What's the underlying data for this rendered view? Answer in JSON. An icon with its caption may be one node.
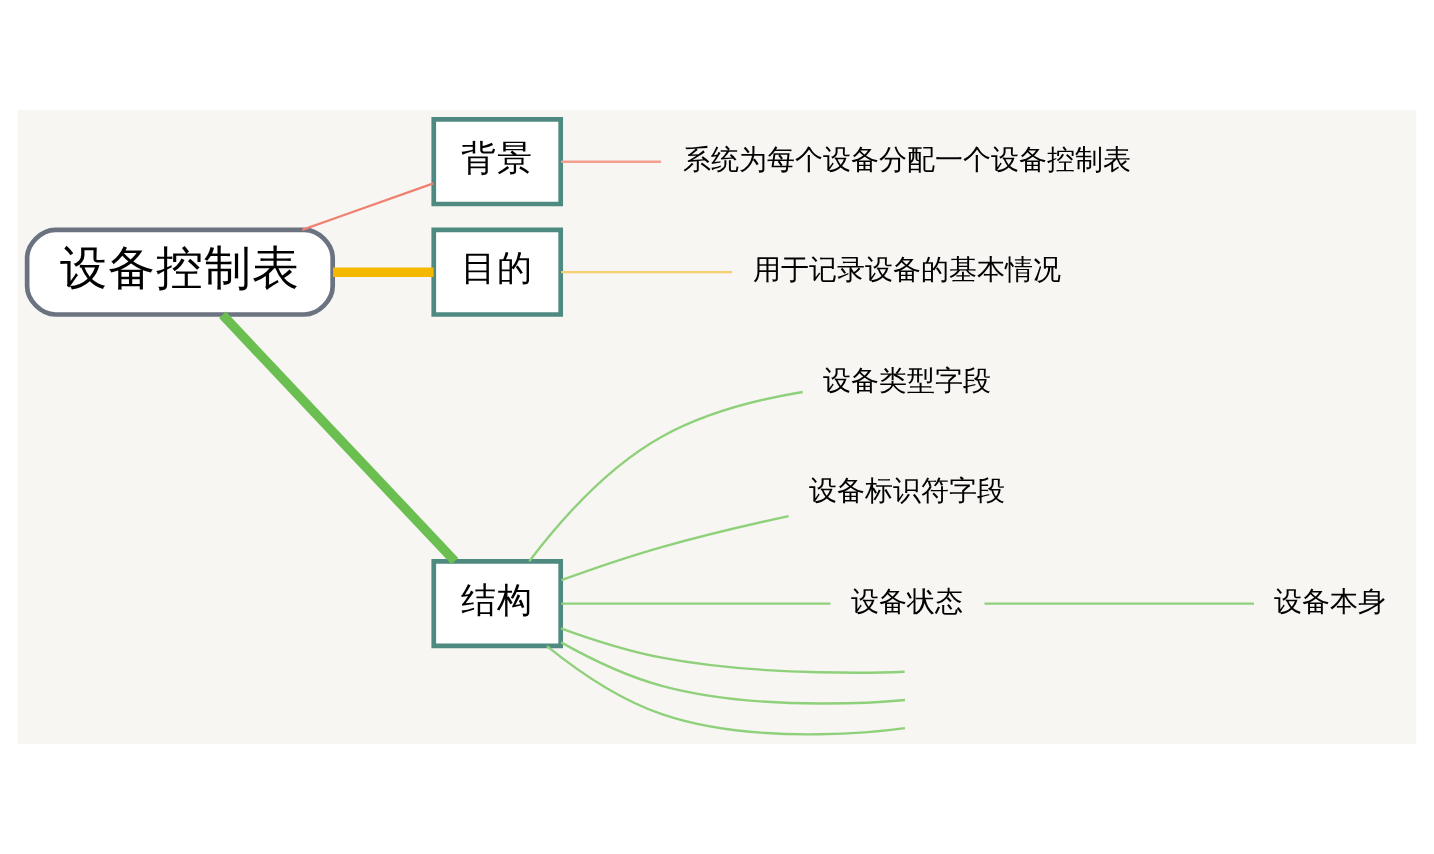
{
  "diagram": {
    "nodes": [
      {
        "text": [
          "设备控制表"
        ]
      },
      {
        "text": [
          "背景"
        ]
      },
      {
        "text": [
          "目的"
        ]
      },
      {
        "text": [
          "结构"
        ]
      },
      {
        "text": [
          "系统为每个设备分配一个设备控制表"
        ]
      },
      {
        "text": [
          "用于记录设备的基本情况"
        ]
      },
      {
        "text": [
          "设备类型字段"
        ]
      },
      {
        "text": [
          "设备标识符字段"
        ]
      },
      {
        "text": [
          "设备状态"
        ]
      },
      {
        "text": [
          "设备本身"
        ]
      }
    ],
    "edges": [
      {
        "from": 0,
        "to": 1,
        "arrow": "none",
        "color": "#f08070"
      },
      {
        "from": 0,
        "to": 2,
        "arrow": "none",
        "style": "thick",
        "color": "#f5b800"
      },
      {
        "from": 0,
        "to": 3,
        "arrow": "none",
        "style": "thick",
        "color": "#6abf50"
      },
      {
        "from": 1,
        "to": 4,
        "arrow": "none",
        "color": "#f4a090"
      },
      {
        "from": 2,
        "to": 5,
        "arrow": "none",
        "color": "#f5d070"
      },
      {
        "from": 3,
        "to": 6,
        "arrow": "none"
      },
      {
        "from": 3,
        "to": 7,
        "arrow": "none"
      },
      {
        "from": 3,
        "to": 8,
        "arrow": "none"
      },
      {
        "from": 3,
        "to": null,
        "arrow": "none"
      },
      {
        "from": 3,
        "to": null,
        "arrow": "none"
      },
      {
        "from": 3,
        "to": null,
        "arrow": "none"
      },
      {
        "from": 8,
        "to": 9,
        "arrow": "none"
      }
    ]
  }
}
